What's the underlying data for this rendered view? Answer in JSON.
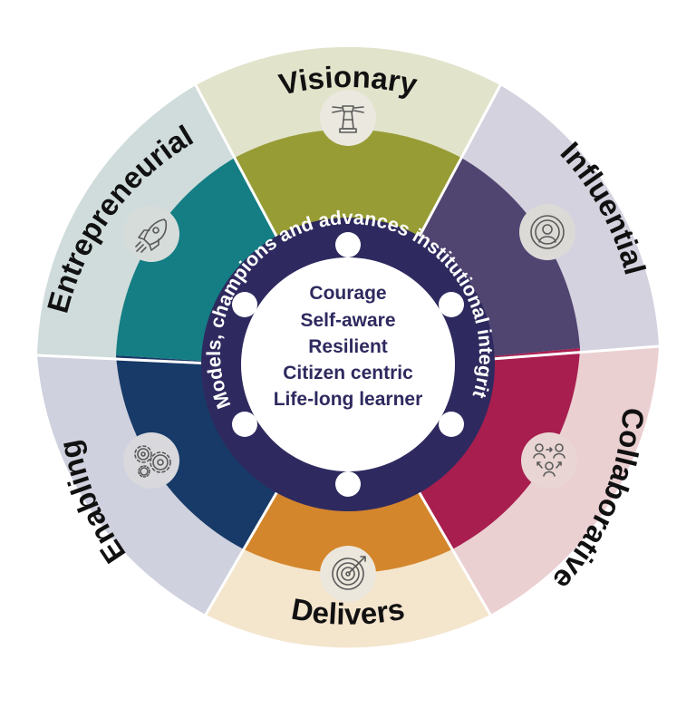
{
  "segments": [
    {
      "label": "Visionary",
      "icon": "lighthouse-icon",
      "outer_color": "#e2e3cb",
      "inner_color": "#979c35"
    },
    {
      "label": "Influential",
      "icon": "influence-icon",
      "outer_color": "#d5d2df",
      "inner_color": "#504571"
    },
    {
      "label": "Collaborative",
      "icon": "collaboration-icon",
      "outer_color": "#ebd0d2",
      "inner_color": "#a81e4f"
    },
    {
      "label": "Delivers",
      "icon": "target-icon",
      "outer_color": "#f4e5cd",
      "inner_color": "#d4862c"
    },
    {
      "label": "Enabling",
      "icon": "gears-icon",
      "outer_color": "#cfd1de",
      "inner_color": "#173a68"
    },
    {
      "label": "Entrepreneurial",
      "icon": "rocket-icon",
      "outer_color": "#cfdcdb",
      "inner_color": "#147e84"
    }
  ],
  "ring": {
    "text": "Models, champions and advances institutional integrity",
    "color": "#2e2a5f"
  },
  "center": {
    "lines": [
      "Courage",
      "Self-aware",
      "Resilient",
      "Citizen centric",
      "Life-long learner"
    ],
    "text_color": "#2e2a5f"
  }
}
